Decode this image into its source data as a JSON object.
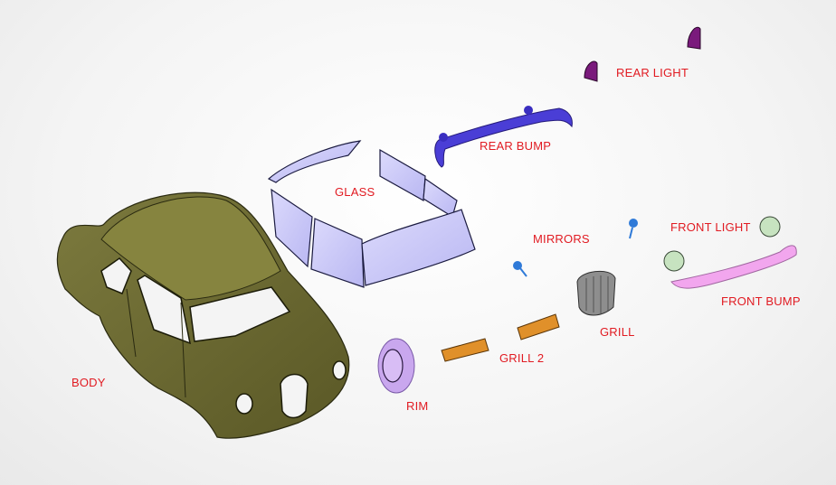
{
  "colors": {
    "label": "#e11b22",
    "body": "#6f6c33",
    "glass": "#c9c8f7",
    "rear_bump": "#4a3ed6",
    "rear_light": "#7a1a7c",
    "front_bump": "#f2a6ee",
    "rim": "#c9a7ee",
    "grill_2": "#e0902a",
    "grill": "#8e8e8e",
    "mirrors": "#2f7ad8",
    "front_light": "#c7e3c0"
  },
  "labels": {
    "rear_light": "REAR LIGHT",
    "rear_bump": "REAR BUMP",
    "glass": "GLASS",
    "mirrors": "MIRRORS",
    "front_light": "FRONT LIGHT",
    "front_bump": "FRONT BUMP",
    "grill": "GRILL",
    "grill_2": "GRILL 2",
    "rim": "RIM",
    "body": "BODY"
  }
}
